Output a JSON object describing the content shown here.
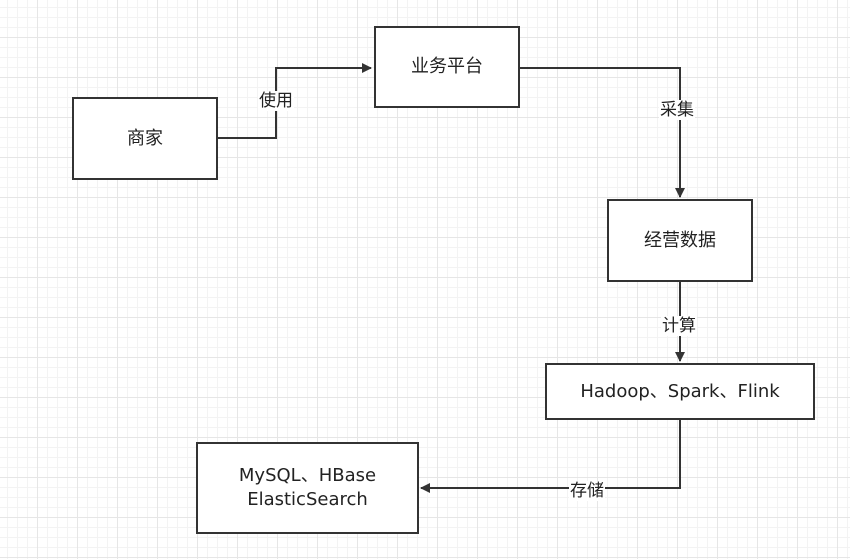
{
  "nodes": {
    "merchant": "商家",
    "platform": "业务平台",
    "business_data": "经营数据",
    "compute": "Hadoop、Spark、Flink",
    "storage_line1": "MySQL、HBase",
    "storage_line2": "ElasticSearch"
  },
  "edges": {
    "use": "使用",
    "collect": "采集",
    "compute": "计算",
    "store": "存储"
  },
  "colors": {
    "stroke": "#333333",
    "grid": "#e6e6e6"
  }
}
